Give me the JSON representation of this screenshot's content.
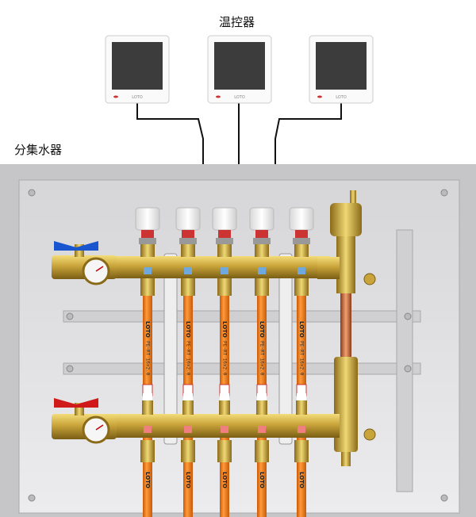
{
  "labels": {
    "thermostat_group": "温控器",
    "manifold": "分集水器"
  },
  "thermostats": [
    {
      "brand": "LOTO"
    },
    {
      "brand": "LOTO"
    },
    {
      "brand": "LOTO"
    }
  ],
  "pipes": {
    "brand": "LOTO",
    "spec": "PE-RT 16x2.0",
    "count": 5
  },
  "colors": {
    "pipe": "#f07a1a",
    "brass": "#c9a43a",
    "supply_valve": "#1a55d0",
    "return_valve": "#d01a1a",
    "cabinet": "#c8c8ca"
  }
}
